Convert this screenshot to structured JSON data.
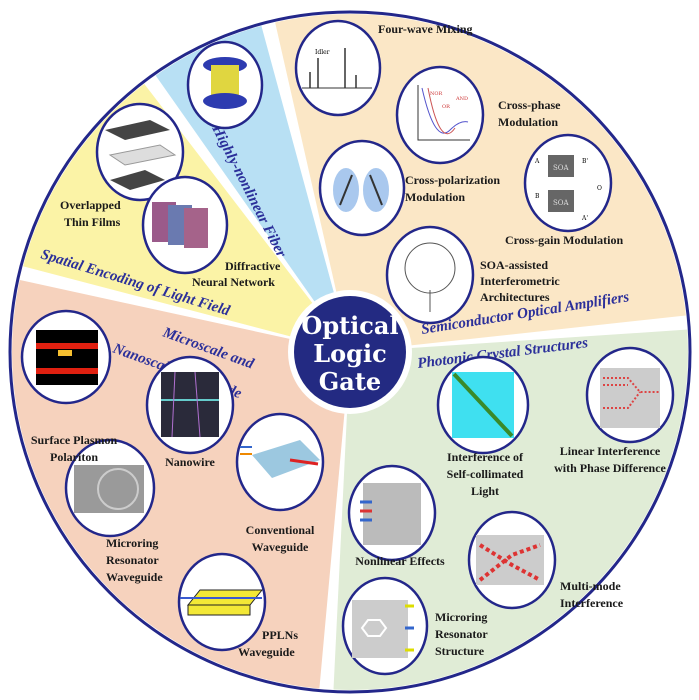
{
  "center": {
    "lines": [
      "Optical",
      "Logic",
      "Gate"
    ],
    "color": "#232a82"
  },
  "categories": {
    "spatial": "Spatial Encoding of Light Field",
    "fiber": "Highly-nonlinear Fiber",
    "soa": "Semiconductor Optical Amplifiers",
    "photonic": "Photonic Crystal Structures",
    "waveguide": [
      "Microscale and",
      "Nanoscale Waveguide"
    ]
  },
  "items": {
    "fwm": [
      "Four-wave Mixing"
    ],
    "xpm": [
      "Cross-phase",
      "Modulation"
    ],
    "xpolm": [
      "Cross-polarization",
      "Modulation"
    ],
    "xgm": [
      "Cross-gain Modulation"
    ],
    "soa_if": [
      "SOA-assisted",
      "Interferometric",
      "Architectures"
    ],
    "thin": [
      "Overlapped",
      "Thin Films"
    ],
    "dnn": [
      "Diffractive",
      "Neural Network"
    ],
    "spp": [
      "Surface Plasmon",
      "Polariton"
    ],
    "nanowire": [
      "Nanowire"
    ],
    "mrw": [
      "Microring",
      "Resonator",
      "Waveguide"
    ],
    "conv": [
      "Conventional",
      "Waveguide"
    ],
    "ppln": [
      "PPLNs",
      "Waveguide"
    ],
    "iscl": [
      "Interference of",
      "Self-collimated",
      "Light"
    ],
    "lipd": [
      "Linear Interference",
      "with Phase Difference"
    ],
    "nle": [
      "Nonlinear Effects"
    ],
    "mmi": [
      "Multi-mode",
      "Interference"
    ],
    "mrs": [
      "Microring",
      "Resonator",
      "Structure"
    ]
  },
  "figure_text": {
    "fwm_idler": "Idler",
    "xpm_labels": [
      "NOR",
      "OR",
      "AND"
    ],
    "soa_box": "SOA",
    "xgm_ports": [
      "A",
      "B",
      "B'",
      "A'",
      "O"
    ]
  },
  "colors": {
    "outline": "#23278a",
    "spatial": "#fbf3a6",
    "fiber": "#b8e0f4",
    "soa": "#fbe7c6",
    "photonic": "#e0ecd6",
    "waveguide": "#f6d2bd"
  }
}
